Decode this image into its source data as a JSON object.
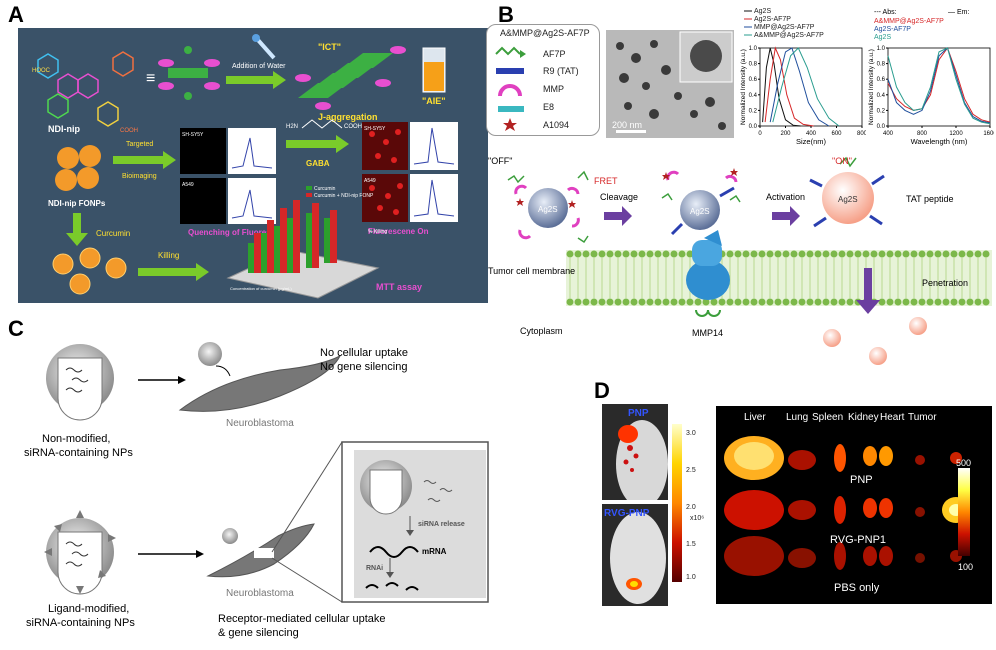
{
  "panels": {
    "a": {
      "letter": "A",
      "ndi_nip": "NDI-nip",
      "hooc": "HOOC",
      "cooh": "COOH",
      "addition_of_water": "Addition of Water",
      "ict": "\"ICT\"",
      "j_aggregation": "J-aggregation",
      "aie": "\"AIE\"",
      "targeted": "Targeted",
      "bioimaging": "Bioimaging",
      "fonps": "NDI-nip FONPs",
      "sh_sy5y": "SH-SY5Y",
      "a549": "A549",
      "gaba_formula_left": "H2N",
      "gaba_formula_right": "COOH",
      "gaba": "GABA",
      "quenching": "Quenching of Fluorescene",
      "fluorescence_on": "Fluorescene On",
      "curcumin": "Curcumin",
      "killing": "Killing",
      "legend_curcumin": "Curcumin",
      "legend_fonp": "Curcumin + NDI-nip FONP",
      "mtt_ylabel": "% Killing",
      "mtt_xlabel": "Concentration of curcumin (μg/mL)",
      "mtt_assay": "MTT assay"
    },
    "b": {
      "letter": "B",
      "legend_title": "A&MMP@Ag2S-AF7P",
      "legend_items": [
        "AF7P",
        "R9 (TAT)",
        "MMP",
        "E8",
        "A1094"
      ],
      "scale_bar": "200 nm",
      "off": "\"OFF\"",
      "on": "\"ON\"",
      "fret": "FRET",
      "cleavage": "Cleavage",
      "activation": "Activation",
      "tat_peptide": "TAT peptide",
      "tumor_membrane": "Tumor cell membrane",
      "penetration": "Penetration",
      "cytoplasm": "Cytoplasm",
      "mmp14": "MMP14",
      "ag2s": "Ag2S"
    },
    "c": {
      "letter": "C",
      "no_uptake_1": "No cellular uptake",
      "no_uptake_2": "No gene silencing",
      "neuroblastoma_top": "Neuroblastoma",
      "nonmod_1": "Non-modified,",
      "nonmod_2": "siRNA-containing NPs",
      "sirna_release": "siRNA release",
      "mrna": "mRNA",
      "rnai": "RNAi",
      "neuroblastoma_bottom": "Neuroblastoma",
      "ligmod_1": "Ligand-modified,",
      "ligmod_2": "siRNA-containing NPs",
      "receptor_1": "Receptor-mediated cellular uptake",
      "receptor_2": "& gene silencing"
    },
    "d": {
      "letter": "D",
      "pnp": "PNP",
      "rvg_pnp": "RVG-PNP",
      "colorbar_ticks": [
        "3.0",
        "2.5",
        "2.0",
        "1.5",
        "1.0"
      ],
      "colorbar_unit": "x10⁶",
      "organs": [
        "Liver",
        "Lung",
        "Spleen",
        "Kidney",
        "Heart",
        "Tumor"
      ],
      "row_pnp": "PNP",
      "row_rvg": "RVG-PNP1",
      "row_pbs": "PBS only",
      "scale_max": "500",
      "scale_min": "100"
    }
  },
  "chart_data": [
    {
      "type": "line",
      "xlabel": "Size(nm)",
      "ylabel": "Normalized Intensity (a.u.)",
      "xlim": [
        0,
        800
      ],
      "ylim": [
        0,
        1.0
      ],
      "x_ticks": [
        0,
        200,
        400,
        600,
        800
      ],
      "y_ticks": [
        0.0,
        0.2,
        0.4,
        0.6,
        0.8,
        1.0
      ],
      "legend_placement": "top-right",
      "series": [
        {
          "name": "Ag2S",
          "color": "#111111",
          "x": [
            20,
            50,
            80,
            110,
            150,
            200,
            260,
            320
          ],
          "y": [
            0.05,
            0.75,
            1.0,
            0.8,
            0.35,
            0.08,
            0.01,
            0.0
          ]
        },
        {
          "name": "Ag2S-AF7P",
          "color": "#d62728",
          "x": [
            40,
            80,
            120,
            160,
            210,
            270,
            340,
            420
          ],
          "y": [
            0.05,
            0.6,
            1.0,
            0.85,
            0.4,
            0.1,
            0.02,
            0.0
          ]
        },
        {
          "name": "MMP@Ag2S-AF7P",
          "color": "#1f4e9c",
          "x": [
            80,
            140,
            200,
            250,
            310,
            380,
            460,
            540
          ],
          "y": [
            0.05,
            0.55,
            0.95,
            1.0,
            0.7,
            0.3,
            0.08,
            0.0
          ]
        },
        {
          "name": "A&MMP@Ag2S-AF7P",
          "color": "#2a9d8f",
          "x": [
            100,
            170,
            240,
            300,
            370,
            450,
            540,
            620
          ],
          "y": [
            0.05,
            0.5,
            0.9,
            1.0,
            0.75,
            0.35,
            0.1,
            0.0
          ]
        }
      ]
    },
    {
      "type": "line",
      "xlabel": "Wavelength (nm)",
      "ylabel": "Normalized Intensity (a.u.)",
      "xlim": [
        400,
        1600
      ],
      "ylim": [
        0,
        1.0
      ],
      "x_ticks": [
        400,
        800,
        1200,
        1600
      ],
      "y_ticks": [
        0.0,
        0.2,
        0.4,
        0.6,
        0.8,
        1.0
      ],
      "legend_header": [
        "--- Abs:",
        "— Em:"
      ],
      "legend_placement": "top",
      "series": [
        {
          "name": "A&MMP@Ag2S-AF7P",
          "color": "#d62728",
          "x": [
            400,
            500,
            600,
            700,
            800,
            900,
            1000,
            1100,
            1200,
            1300,
            1400,
            1500,
            1600
          ],
          "y": [
            0.55,
            0.35,
            0.25,
            0.2,
            0.22,
            0.4,
            0.85,
            1.0,
            0.7,
            0.35,
            0.15,
            0.08,
            0.05
          ]
        },
        {
          "name": "Ag2S-AF7P",
          "color": "#1f4e9c",
          "x": [
            400,
            500,
            600,
            700,
            800,
            900,
            1000,
            1100,
            1200,
            1300,
            1400,
            1500,
            1600
          ],
          "y": [
            0.6,
            0.3,
            0.2,
            0.15,
            0.2,
            0.45,
            0.9,
            1.0,
            0.65,
            0.3,
            0.12,
            0.06,
            0.04
          ]
        },
        {
          "name": "Ag2S",
          "color": "#2a9d8f",
          "x": [
            400,
            500,
            600,
            700,
            800,
            900,
            1000,
            1100,
            1200,
            1300,
            1400,
            1500,
            1600
          ],
          "y": [
            0.9,
            0.5,
            0.3,
            0.2,
            0.22,
            0.5,
            0.95,
            1.0,
            0.6,
            0.28,
            0.1,
            0.05,
            0.03
          ]
        }
      ]
    }
  ]
}
